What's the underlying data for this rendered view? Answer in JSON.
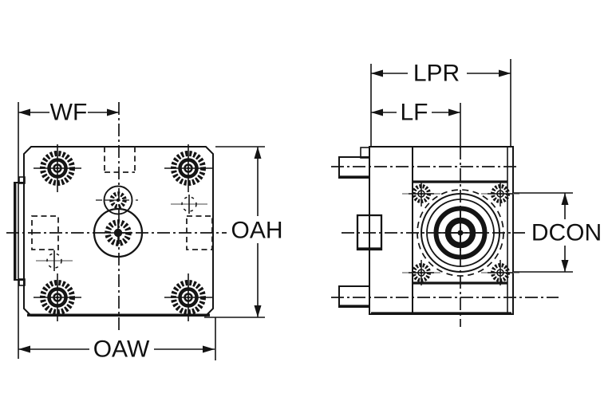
{
  "colors": {
    "background": "#ffffff",
    "body_fill": "#c8cfd6",
    "line": "#141414"
  },
  "views": {
    "front": {
      "labels": {
        "wf": "WF",
        "oah": "OAH",
        "oaw": "OAW"
      }
    },
    "side": {
      "labels": {
        "lpr": "LPR",
        "lf": "LF",
        "dcon": "DCON"
      }
    }
  }
}
